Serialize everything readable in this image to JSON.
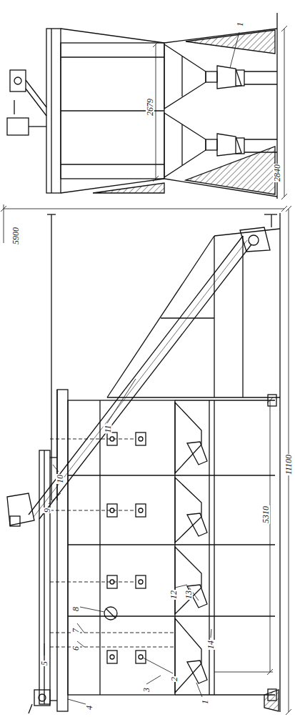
{
  "diagram": {
    "labels": [
      "1",
      "2679",
      "2840",
      "5900",
      "1",
      "2",
      "3",
      "4",
      "5",
      "6",
      "7",
      "8",
      "9",
      "10",
      "11",
      "12",
      "13",
      "14",
      "11100",
      "5310"
    ]
  }
}
